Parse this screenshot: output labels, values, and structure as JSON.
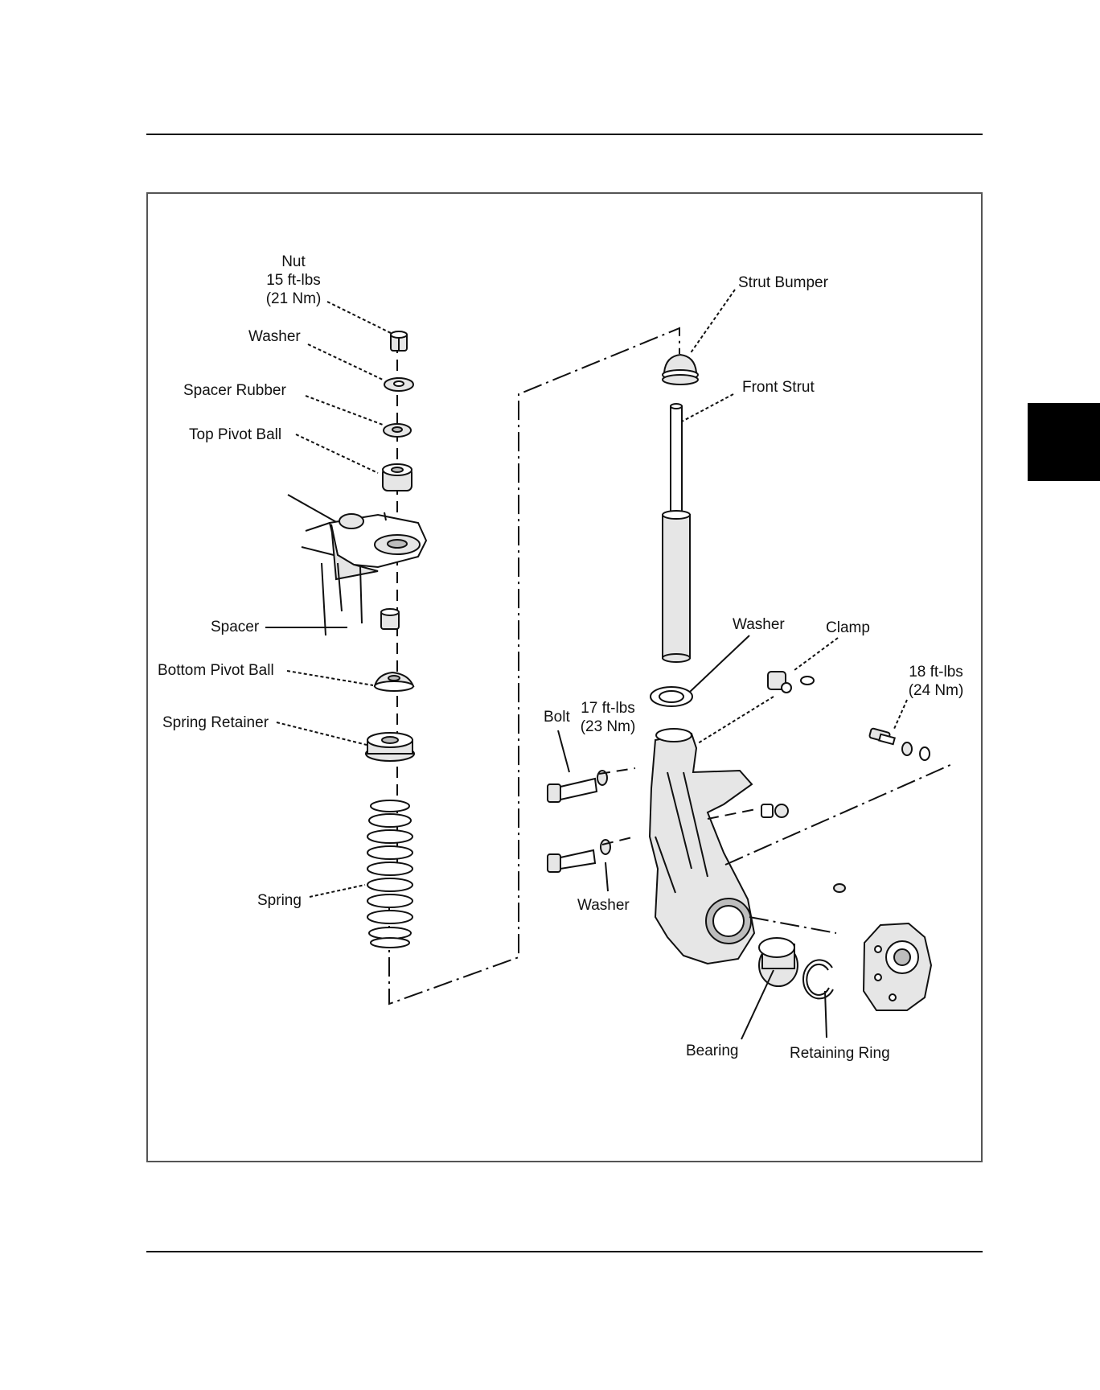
{
  "labels": {
    "nut": "Nut",
    "nut_torque": "15 ft-lbs",
    "nut_torque_nm": "(21 Nm)",
    "washer_top": "Washer",
    "spacer_rubber": "Spacer Rubber",
    "top_pivot_ball": "Top Pivot Ball",
    "spacer": "Spacer",
    "bottom_pivot_ball": "Bottom Pivot Ball",
    "spring_retainer": "Spring Retainer",
    "spring": "Spring",
    "strut_bumper": "Strut Bumper",
    "front_strut": "Front Strut",
    "washer_strut": "Washer",
    "clamp": "Clamp",
    "bolt": "Bolt",
    "bolt_torque": "17 ft-lbs",
    "bolt_torque_nm": "(23 Nm)",
    "right_torque": "18 ft-lbs",
    "right_torque_nm": "(24 Nm)",
    "washer_bolt": "Washer",
    "bearing": "Bearing",
    "retaining_ring": "Retaining Ring"
  }
}
